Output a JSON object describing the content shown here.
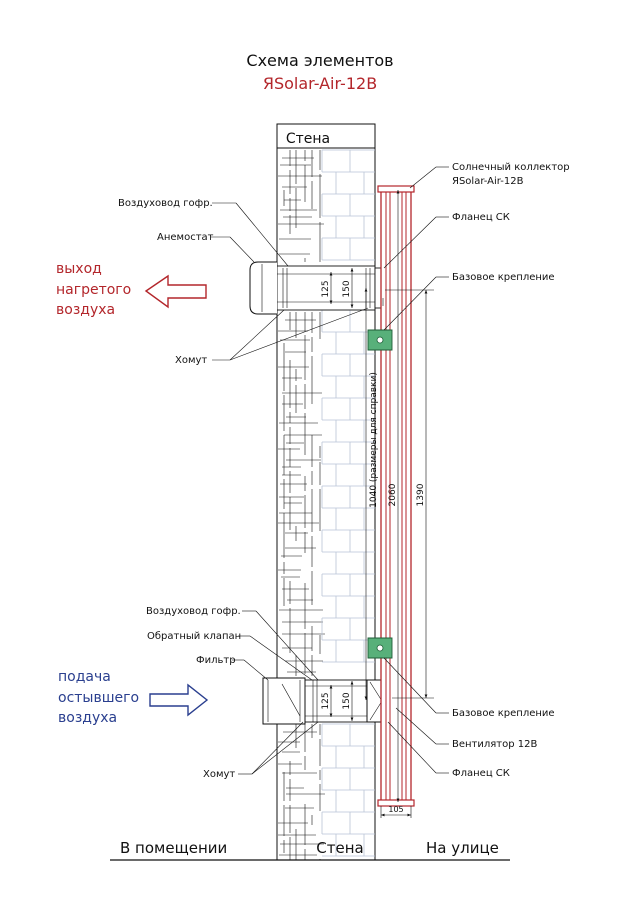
{
  "title": "Схема элементов",
  "model": {
    "prefix": "Я",
    "name": "Solar-Air-12В"
  },
  "colors": {
    "brand_red": "#b3262b",
    "hot_arrow": "#b3262b",
    "cold_arrow": "#2a3f8f",
    "brick": "#b9c3d6",
    "bracket": "#58b07a"
  },
  "wall_top_label": "Стена",
  "wall_bottom_label": "Стена",
  "hot_air_label": [
    "выход",
    "нагретого",
    "воздуха"
  ],
  "cold_air_label": [
    "подача",
    "остывшего",
    "воздуха"
  ],
  "callouts_left": {
    "duct_top": "Воздуховод гофр.",
    "anemostat": "Анемостат",
    "clamp_top": "Хомут",
    "duct_bottom": "Воздуховод гофр.",
    "check_valve": "Обратный клапан",
    "filter": "Фильтр",
    "clamp_bottom": "Хомут"
  },
  "callouts_right": {
    "collector_line1": "Солнечный коллектор",
    "collector_line2": "ЯSolar-Air-12В",
    "flange_top": "Фланец СК",
    "base_mount_top": "Базовое крепление",
    "base_mount_bottom": "Базовое крепление",
    "fan": "Вентилятор 12В",
    "flange_bottom": "Фланец СК"
  },
  "dimensions": {
    "top_d125": "125",
    "top_d150": "150",
    "bottom_d125": "125",
    "bottom_d150": "150",
    "d1040": "1040 (размеры для справки)",
    "d2060": "2060",
    "d1390": "1390",
    "d105": "105"
  },
  "bottom_labels": {
    "indoor": "В помещении",
    "outdoor": "На улице"
  }
}
